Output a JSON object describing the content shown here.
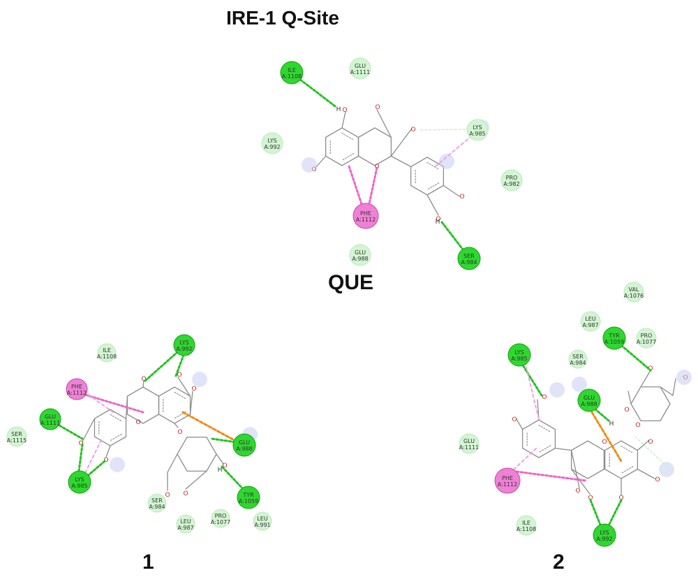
{
  "title": "IRE-1 Q-Site",
  "colors": {
    "conventional_hbond": "#22c322",
    "pi_pi": "#f064c8",
    "pi_alkyl": "#f0a0e6",
    "carbon_hbond": "#c8f0c8",
    "pi_anion": "#f08c14",
    "vdw_fill": "#d2f5d2",
    "hbond_fill": "#2ed82e",
    "pi_fill": "#f080d6",
    "bond_line": "#8c8c8c",
    "oxygen": "#cc2222"
  },
  "panels": [
    {
      "label": "QUE",
      "residues": [
        {
          "name": "ILE",
          "id": "A:1108",
          "type": "hbond"
        },
        {
          "name": "GLU",
          "id": "A:1111",
          "type": "vdw"
        },
        {
          "name": "LYS",
          "id": "A:985",
          "type": "vdw"
        },
        {
          "name": "LYS",
          "id": "A:992",
          "type": "vdw"
        },
        {
          "name": "PRO",
          "id": "A:982",
          "type": "vdw"
        },
        {
          "name": "PHE",
          "id": "A:1112",
          "type": "pi"
        },
        {
          "name": "GLU",
          "id": "A:988",
          "type": "vdw"
        },
        {
          "name": "SER",
          "id": "A:984",
          "type": "hbond"
        }
      ],
      "atoms": [
        "H",
        "H"
      ]
    },
    {
      "label": "1",
      "residues": [
        {
          "name": "ILE",
          "id": "A:1108",
          "type": "vdw"
        },
        {
          "name": "LYS",
          "id": "A:992",
          "type": "hbond"
        },
        {
          "name": "PHE",
          "id": "A:1112",
          "type": "pi"
        },
        {
          "name": "GLU",
          "id": "A:1111",
          "type": "hbond"
        },
        {
          "name": "SER",
          "id": "A:1115",
          "type": "vdw"
        },
        {
          "name": "LYS",
          "id": "A:985",
          "type": "hbond"
        },
        {
          "name": "GLU",
          "id": "A:988",
          "type": "hbond"
        },
        {
          "name": "TYR",
          "id": "A:1059",
          "type": "hbond"
        },
        {
          "name": "SER",
          "id": "A:984",
          "type": "vdw"
        },
        {
          "name": "LEU",
          "id": "A:987",
          "type": "vdw"
        },
        {
          "name": "PRO",
          "id": "A:1077",
          "type": "vdw"
        },
        {
          "name": "LEU",
          "id": "A:991",
          "type": "vdw"
        }
      ],
      "atoms": [
        "H"
      ]
    },
    {
      "label": "2",
      "residues": [
        {
          "name": "VAL",
          "id": "A:1076",
          "type": "vdw"
        },
        {
          "name": "LEU",
          "id": "A:987",
          "type": "vdw"
        },
        {
          "name": "TYR",
          "id": "A:1059",
          "type": "hbond"
        },
        {
          "name": "PRO",
          "id": "A:1077",
          "type": "vdw"
        },
        {
          "name": "LYS",
          "id": "A:985",
          "type": "hbond"
        },
        {
          "name": "SER",
          "id": "A:984",
          "type": "vdw"
        },
        {
          "name": "GLU",
          "id": "A:988",
          "type": "hbond"
        },
        {
          "name": "GLU",
          "id": "A:1111",
          "type": "vdw"
        },
        {
          "name": "PHE",
          "id": "A:1112",
          "type": "pi"
        },
        {
          "name": "ILE",
          "id": "A:1108",
          "type": "vdw"
        },
        {
          "name": "LYS",
          "id": "A:992",
          "type": "hbond"
        }
      ],
      "atoms": [
        "H"
      ]
    }
  ]
}
